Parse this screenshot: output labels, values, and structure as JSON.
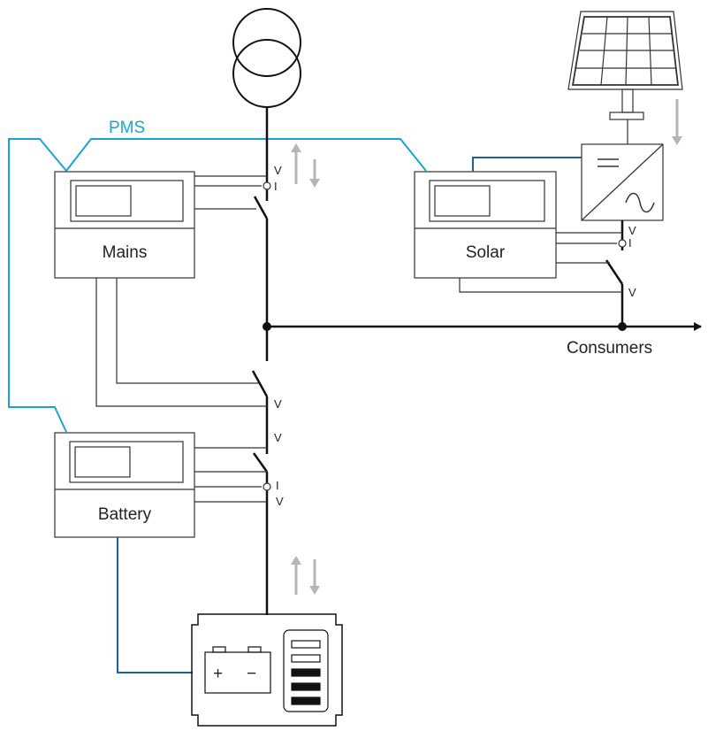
{
  "labels": {
    "pms": "PMS",
    "mains": "Mains",
    "solar": "Solar",
    "battery": "Battery",
    "consumers": "Consumers",
    "v": "V",
    "i": "I"
  },
  "battery_terminals": {
    "plus": "+",
    "minus": "−"
  },
  "colors": {
    "pms_line": "#1aa3d9",
    "control_line": "#1f5fa0",
    "wire": "#111111",
    "thin_wire": "#333333",
    "arrow": "#b5b5b5"
  }
}
